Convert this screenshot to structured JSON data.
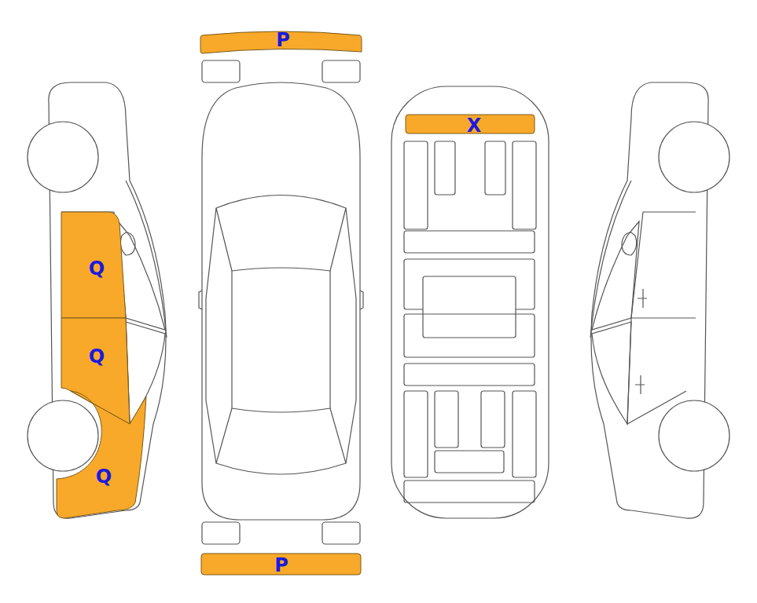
{
  "diagram": {
    "nodes": [
      {
        "text": [
          "P"
        ]
      },
      {
        "text": [
          "X"
        ]
      },
      {
        "text": [
          "Q"
        ]
      },
      {
        "text": [
          "Q"
        ]
      },
      {
        "text": [
          "Q"
        ]
      },
      {
        "text": [
          "P"
        ]
      }
    ]
  }
}
